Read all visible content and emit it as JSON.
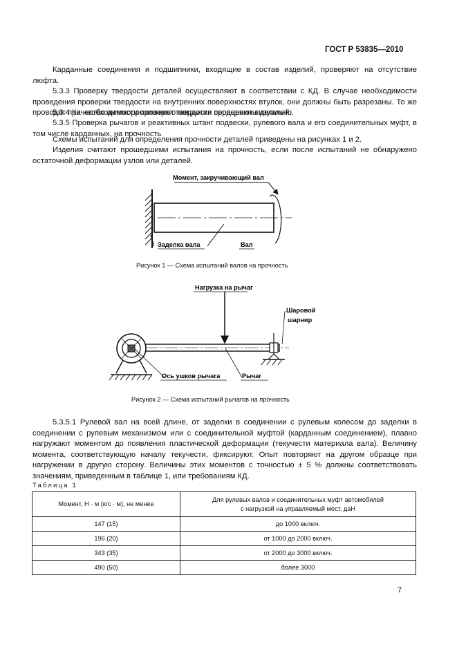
{
  "header": {
    "doc_id": "ГОСТ Р 53835—2010"
  },
  "paragraphs": {
    "p1": "Карданные соединения и подшипники, входящие в состав изделий, проверяют на отсутствие люфта.",
    "p2": "5.3.3 Проверку твердости деталей осуществляют в соответствии с КД. В случае необходимости проведения проверки твердости на внутренних поверхностях втулок, они должны быть разрезаны. То же проводят при необходимости проверки твердости сердцевины деталей.",
    "p3": "5.3.4 Качество антикоррозионного покрытия проверяют визуально.",
    "p4": "5.3.5 Проверка рычагов и реактивных штанг подвески, рулевого вала и его соединительных муфт, в том числе карданных, на прочность",
    "p5": "Схемы испытаний для определения прочности деталей приведены на рисунках 1 и 2.",
    "p6": "Изделия считают прошедшими испытания на прочность, если после испытаний не обнаружено остаточной деформации узлов или деталей.",
    "p7": "5.3.5.1 Рулевой вал на всей длине, от заделки в соединении с рулевым колесом до заделки в соединении с рулевым механизмом или с соединительной муфтой (карданным соединением), плавно нагружают моментом до появления пластической деформации (текучести материала вала). Величину момента, соответствующую началу текучести, фиксируют. Опыт повторяют на другом образце при нагружении в другую сторону. Величины этих моментов с точностью ± 5 % должны соответствовать значениям, приведенным в таблице 1, или требованиям КД."
  },
  "figure1": {
    "label_moment": "Момент, закручивающий вал",
    "label_fixing": "Заделка вала",
    "label_shaft": "Вал",
    "caption": "Рисунок 1 — Схема испытаний валов на прочность"
  },
  "figure2": {
    "label_load": "Нагрузка на рычаг",
    "label_joint_1": "Шаровой",
    "label_joint_2": "шарнир",
    "label_axis": "Ось ушков рычага",
    "label_lever": "Рычаг",
    "caption": "Рисунок 2 — Схема испытаний рычагов на прочность"
  },
  "table": {
    "caption": "Таблица 1",
    "header_col1": "Момент, Н · м (кгс · м), не менее",
    "header_col2_line1": "Для рулевых валов и соединительных муфт автомобилей",
    "header_col2_line2": "с нагрузкой на управляемый мост, даН",
    "rows": [
      {
        "moment": "147 (15)",
        "load": "до 1000 включ."
      },
      {
        "moment": "196 (20)",
        "load": "от 1000 до 2000 включ."
      },
      {
        "moment": "343 (35)",
        "load": "от 2000 до 3000 включ."
      },
      {
        "moment": "490 (50)",
        "load": "более 3000"
      }
    ]
  },
  "page_number": "7"
}
